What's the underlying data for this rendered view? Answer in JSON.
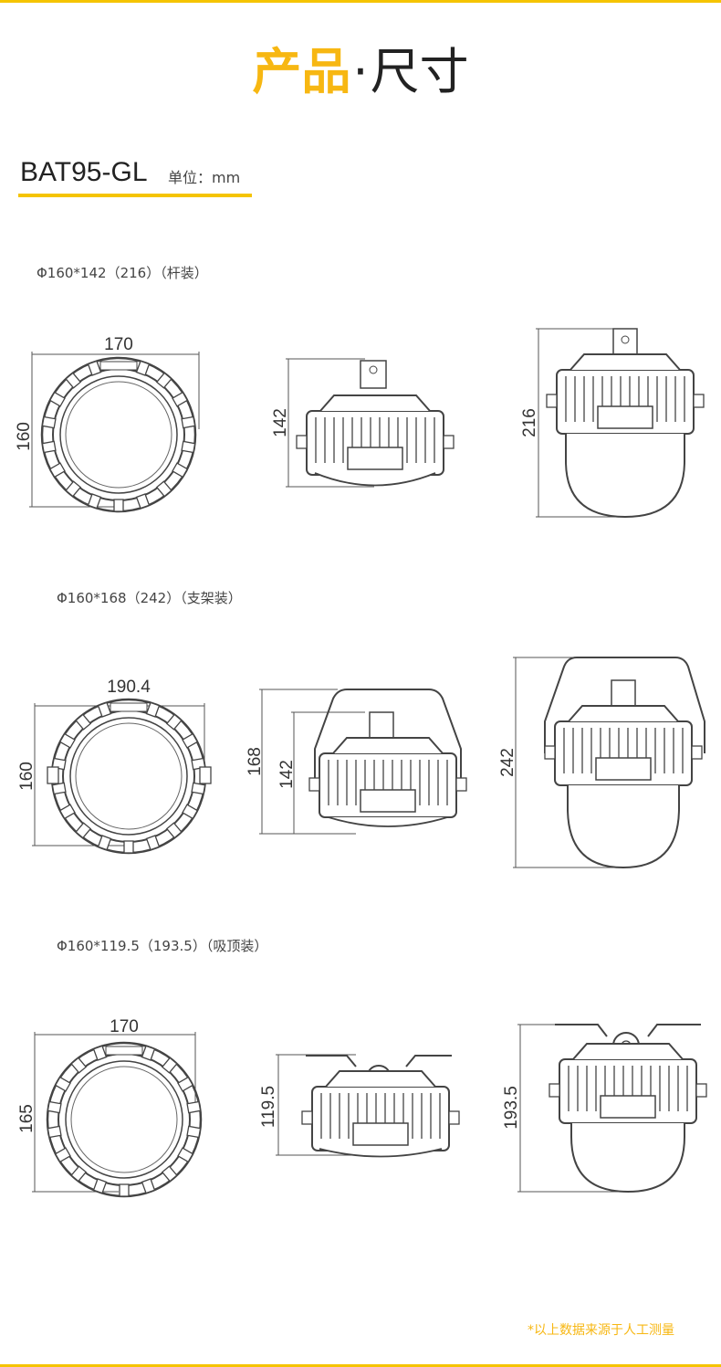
{
  "heading": {
    "highlight": "产品",
    "separator": "·",
    "rest": "尺寸"
  },
  "model": {
    "name": "BAT95-GL",
    "unit": "单位：mm"
  },
  "sections": [
    {
      "caption": "Φ160*142（216）（杆装）",
      "dims": {
        "top_width": "170",
        "front_height": "160",
        "side_height": "142",
        "total_height": "216"
      }
    },
    {
      "caption": "Φ160*168（242）（支架装）",
      "dims": {
        "top_width": "190.4",
        "front_height": "160",
        "bracket_height": "168",
        "side_height": "142",
        "total_height": "242"
      }
    },
    {
      "caption": "Φ160*119.5（193.5）（吸顶装）",
      "dims": {
        "top_width": "170",
        "front_height": "165",
        "side_height": "119.5",
        "total_height": "193.5"
      }
    }
  ],
  "footnote": "*以上数据来源于人工测量",
  "colors": {
    "accent": "#f5c400",
    "accent_text": "#f7b712",
    "line": "#555555"
  }
}
